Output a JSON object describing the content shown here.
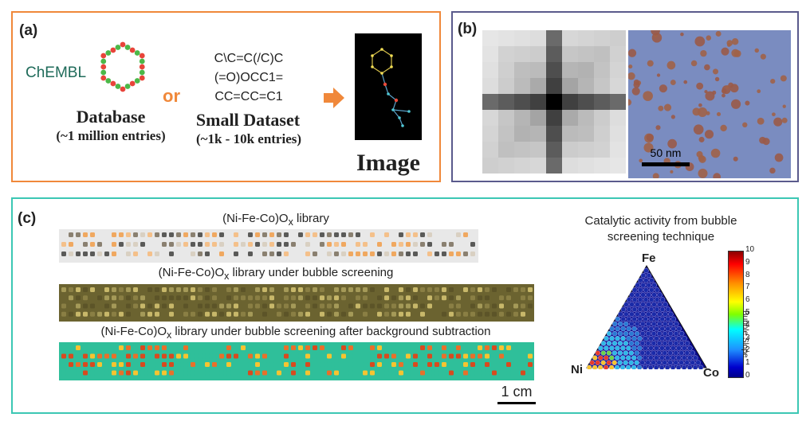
{
  "panel_a": {
    "label": "(a)",
    "chembl": "ChEMBL",
    "or": "or",
    "smiles": [
      "C\\C=C(/C)C",
      "(=O)OCC1=",
      "CC=CC=C1"
    ],
    "database": {
      "title": "Database",
      "subtitle": "(~1 million entries)"
    },
    "small_dataset": {
      "title": "Small Dataset",
      "subtitle": "(~1k - 10k entries)"
    },
    "image_label": "Image",
    "colors": {
      "accent": "#f0883a",
      "chembl_text": "#1f6b5a",
      "node_red": "#e8443a",
      "node_green": "#4cb848"
    }
  },
  "panel_b": {
    "label": "(b)",
    "scale_bar": "50 nm"
  },
  "panel_c": {
    "label": "(c)",
    "library_title_1": {
      "prefix": "(Ni-Fe-Co)O",
      "sub": "x",
      "suffix": " library"
    },
    "library_title_2": {
      "prefix": "(Ni-Fe-Co)O",
      "sub": "x",
      "suffix": " library under bubble screening"
    },
    "library_title_3": {
      "prefix": "(Ni-Fe-Co)O",
      "sub": "x",
      "suffix": " library under bubble screening after background subtraction"
    },
    "scale_bar": "1 cm",
    "ternary": {
      "title_line1": "Catalytic activity from bubble",
      "title_line2": "screening technique",
      "apex_top": "Fe",
      "apex_left": "Ni",
      "apex_right": "Co"
    },
    "colorbar": {
      "label": "Bubble Slope",
      "ticks": [
        "10",
        "9",
        "8",
        "7",
        "6",
        "5",
        "4",
        "3",
        "2",
        "1",
        "0"
      ]
    }
  }
}
